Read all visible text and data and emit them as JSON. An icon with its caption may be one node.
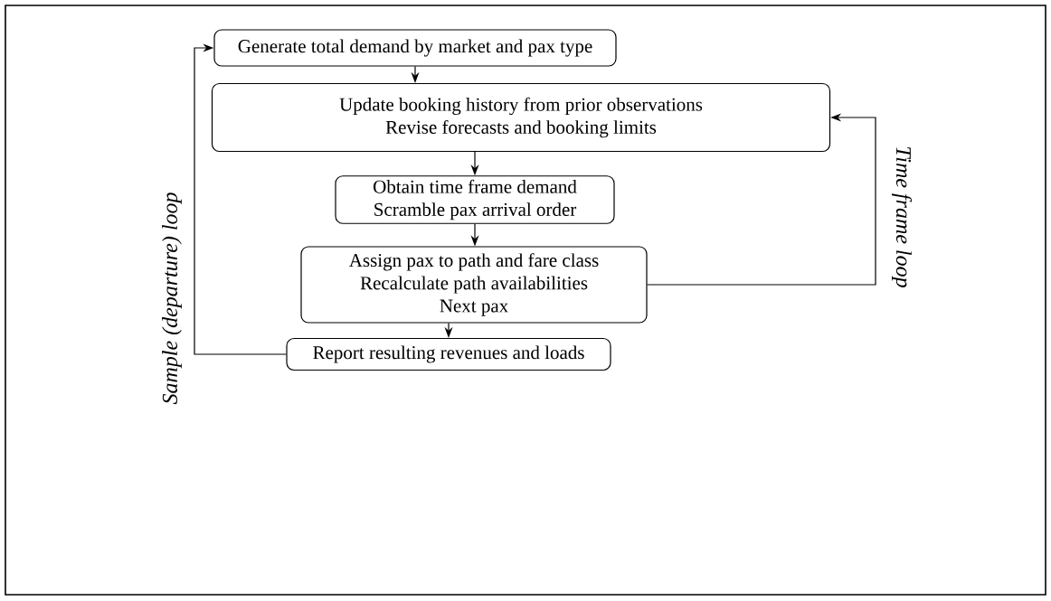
{
  "diagram": {
    "nodes": [
      {
        "text": [
          "Generate total demand by market and pax type"
        ]
      },
      {
        "text": [
          "Update booking history from prior observations",
          "Revise forecasts and booking limits"
        ]
      },
      {
        "text": [
          "Obtain time frame demand",
          "Scramble pax arrival order"
        ]
      },
      {
        "text": [
          "Assign pax to path and fare class",
          "Recalculate path availabilities",
          "Next pax"
        ]
      },
      {
        "text": [
          "Report resulting revenues and loads"
        ]
      }
    ],
    "edges": [
      {
        "from": 0,
        "to": 1,
        "arrow": "to"
      },
      {
        "from": 1,
        "to": 2,
        "arrow": "to"
      },
      {
        "from": 2,
        "to": 3,
        "arrow": "to"
      },
      {
        "from": 3,
        "to": 4,
        "arrow": "to"
      },
      {
        "from": 4,
        "to": 0,
        "arrow": "to",
        "label": "Sample (departure) loop"
      },
      {
        "from": 3,
        "to": 1,
        "arrow": "to",
        "label": "Time frame loop"
      }
    ]
  }
}
